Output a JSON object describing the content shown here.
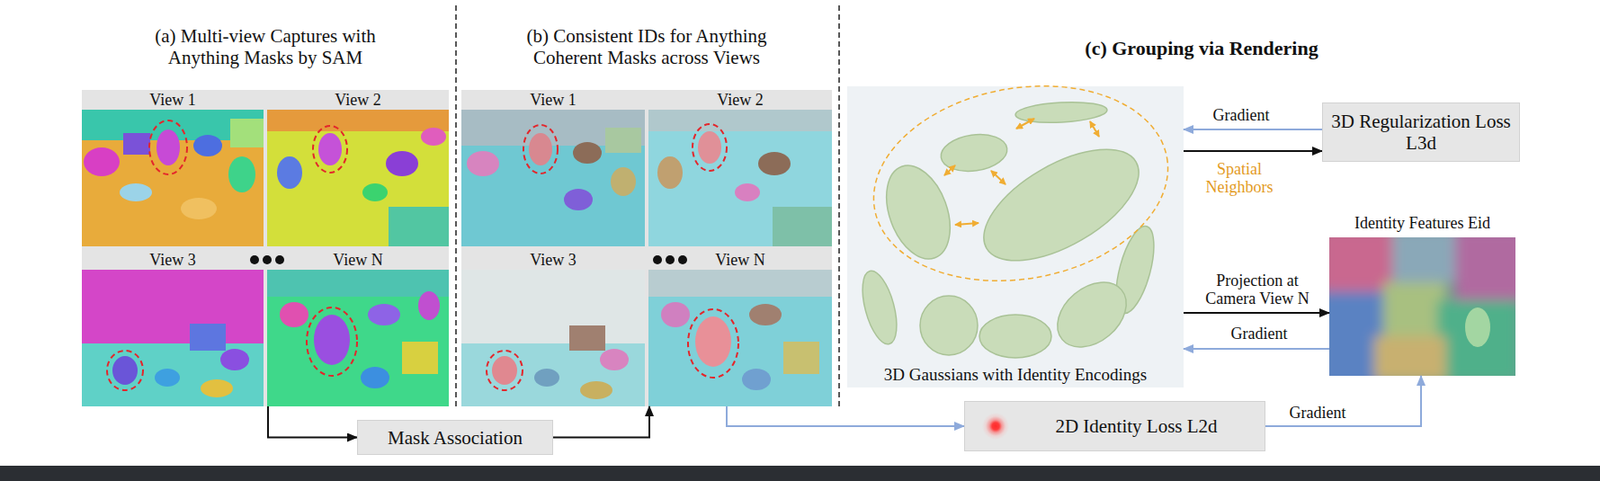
{
  "diagram": {
    "nodes": [
      {
        "text": [
          "(a) Multi-view Captures with Anything Masks by SAM"
        ]
      },
      {
        "text": [
          "View 1"
        ],
        "in": 0
      },
      {
        "text": [
          "View 2"
        ],
        "in": 0
      },
      {
        "text": [
          "View 3"
        ],
        "in": 0
      },
      {
        "text": [
          "View N"
        ],
        "in": 0
      },
      {
        "text": [
          "(b) Consistent IDs for Anything Coherent Masks across Views"
        ]
      },
      {
        "text": [
          "View 1"
        ],
        "in": 5
      },
      {
        "text": [
          "View 2"
        ],
        "in": 5
      },
      {
        "text": [
          "View 3"
        ],
        "in": 5
      },
      {
        "text": [
          "View N"
        ],
        "in": 5
      },
      {
        "text": [
          "3D Gaussians with Identity Encodings"
        ]
      },
      {
        "text": [
          "3D Regularization Loss L3d"
        ]
      },
      {
        "text": [
          "Identity Features Eid"
        ]
      },
      {
        "text": [
          "Mask Association"
        ]
      },
      {
        "text": [
          "2D Identity Loss L2d"
        ]
      }
    ],
    "edges": [
      {
        "from": 0,
        "to": 13,
        "arrow": "to"
      },
      {
        "from": 13,
        "to": 5,
        "arrow": "to"
      },
      {
        "from": 9,
        "to": 14,
        "arrow": "to"
      },
      {
        "from": 14,
        "to": 12,
        "label": "Gradient",
        "arrow": "to"
      },
      {
        "from": 12,
        "to": 10,
        "label": "Gradient",
        "arrow": "to"
      },
      {
        "from": 10,
        "to": 12,
        "label": "Projection at Camera View N",
        "arrow": "to"
      },
      {
        "from": 10,
        "to": 11,
        "arrow": "to"
      },
      {
        "from": 11,
        "to": 10,
        "label": "Gradient",
        "arrow": "to"
      }
    ],
    "labels": [
      "(c) Grouping via Rendering",
      "Spatial Neighbors"
    ]
  }
}
